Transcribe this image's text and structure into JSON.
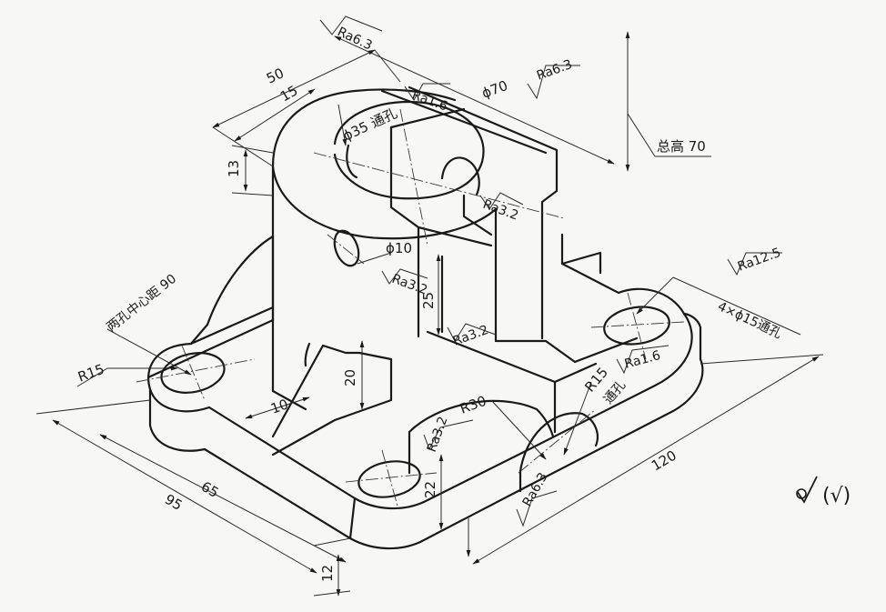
{
  "dimensions": {
    "d50": "50",
    "d15": "15",
    "d13": "13",
    "hole35": "ϕ35 通孔",
    "d70": "ϕ70",
    "total_height": "总高 70",
    "hole10": "ϕ10",
    "d25": "25",
    "d20": "20",
    "d10": "10",
    "r15_left": "R15",
    "r15_right": "R15",
    "r30": "R30",
    "through_hole": "通孔",
    "d65": "65",
    "d95": "95",
    "d120": "120",
    "d22": "22",
    "d12": "12",
    "hole_spacing": "两孔中心距 90",
    "holes4x15": "4×ϕ15通孔"
  },
  "roughness": {
    "ra63_top": "Ra6.3",
    "ra63_right": "Ra6.3",
    "ra16_top": "Ra1.6",
    "ra32_slot": "Ra3.2",
    "ra32_side": "Ra3.2",
    "ra32_front": "Ra3.2",
    "ra32_rib": "Ra3.2",
    "ra125": "Ra12.5",
    "ra16_right": "Ra1.6",
    "ra63_bottom": "Ra6.3"
  },
  "legend": {
    "rest_text": "(√)"
  }
}
